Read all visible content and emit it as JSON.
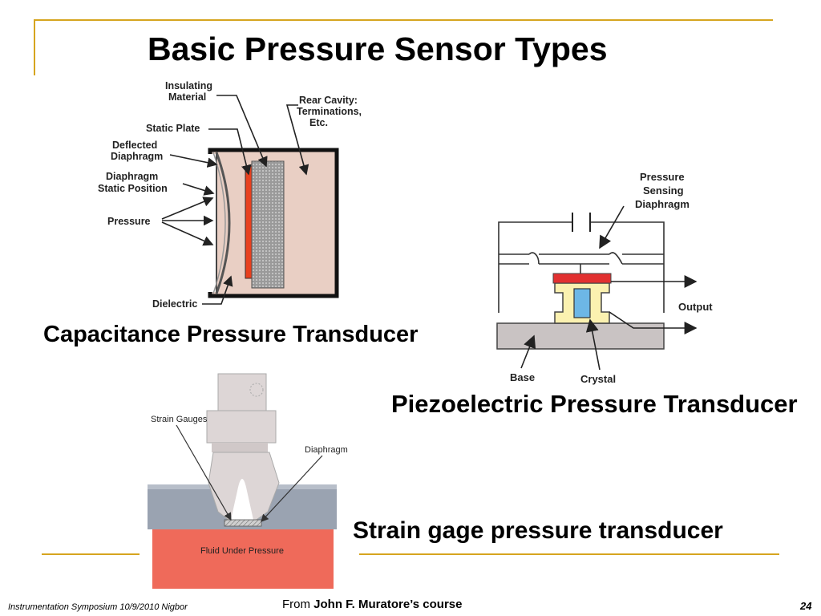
{
  "slide": {
    "title": "Basic Pressure Sensor Types",
    "colors": {
      "accent_rule": "#d6a51f"
    }
  },
  "capacitance": {
    "caption": "Capacitance Pressure Transducer",
    "labels": {
      "insulating_material_1": "Insulating",
      "insulating_material_2": "Material",
      "rear_cavity_1": "Rear Cavity:",
      "rear_cavity_2": "Terminations,",
      "rear_cavity_3": "Etc.",
      "static_plate": "Static Plate",
      "deflected_1": "Deflected",
      "deflected_2": "Diaphragm",
      "static_pos_1": "Diaphragm",
      "static_pos_2": "Static Position",
      "pressure": "Pressure",
      "dielectric": "Dielectric"
    }
  },
  "piezo": {
    "caption": "Piezoelectric Pressure Transducer",
    "labels": {
      "sensing_1": "Pressure",
      "sensing_2": "Sensing",
      "sensing_3": "Diaphragm",
      "output": "Output",
      "base": "Base",
      "crystal": "Crystal"
    }
  },
  "strain": {
    "caption": "Strain gage pressure transducer",
    "labels": {
      "strain_gauges": "Strain Gauges",
      "diaphragm": "Diaphragm",
      "fluid": "Fluid Under Pressure"
    }
  },
  "footer": {
    "left": "Instrumentation Symposium 10/9/2010 Nigbor",
    "from_prefix": "From",
    "from_source": "John F. Muratore’s course",
    "page_number": "24"
  }
}
